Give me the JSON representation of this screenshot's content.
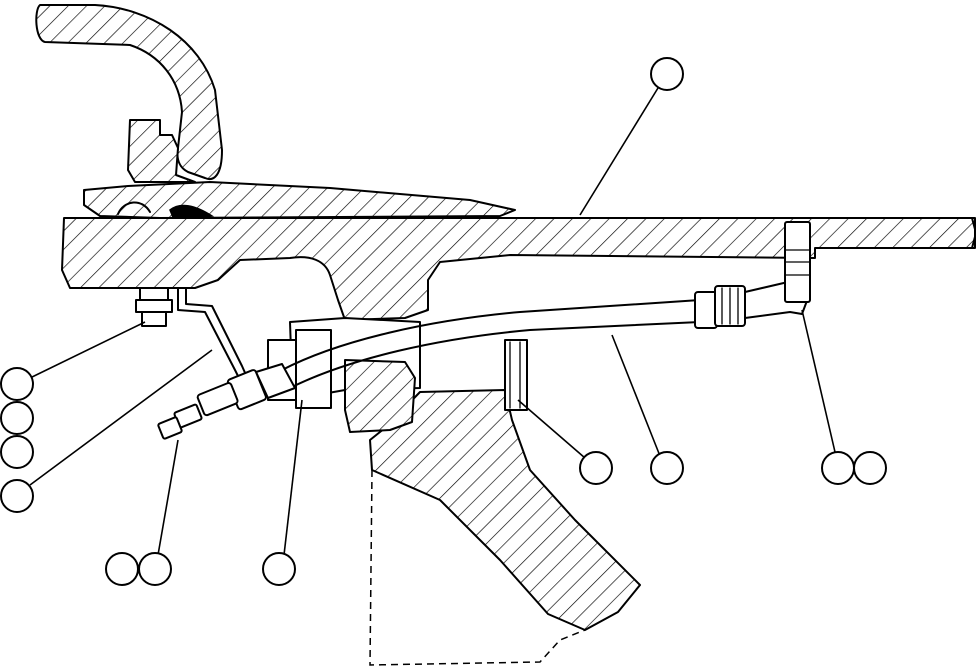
{
  "diagram": {
    "colors": {
      "line": "#000000",
      "background": "#ffffff"
    },
    "callouts": [
      {
        "id": "c-upper-right",
        "label": ""
      },
      {
        "id": "c-left-1",
        "label": ""
      },
      {
        "id": "c-left-2",
        "label": ""
      },
      {
        "id": "c-left-3",
        "label": ""
      },
      {
        "id": "c-left-4",
        "label": ""
      },
      {
        "id": "c-bottom-left-a",
        "label": ""
      },
      {
        "id": "c-bottom-left-b",
        "label": ""
      },
      {
        "id": "c-bottom-mid",
        "label": ""
      },
      {
        "id": "c-mid-1",
        "label": ""
      },
      {
        "id": "c-mid-2",
        "label": ""
      },
      {
        "id": "c-right-a",
        "label": ""
      },
      {
        "id": "c-right-b",
        "label": ""
      }
    ]
  }
}
